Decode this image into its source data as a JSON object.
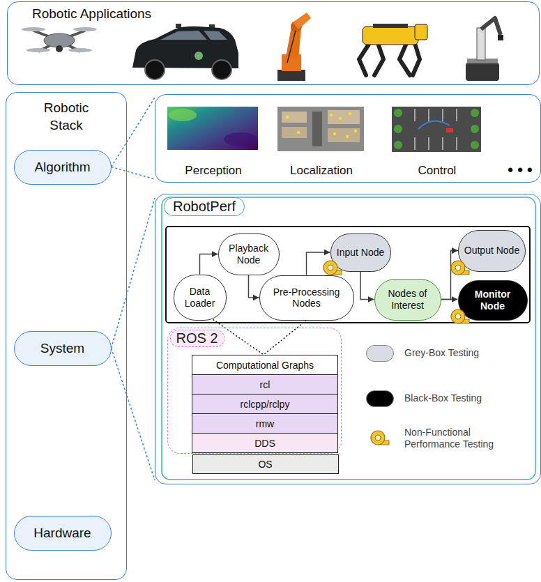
{
  "diagram": {
    "nodes": [
      {
        "text": [
          "Robotic Applications"
        ]
      },
      {
        "text": [
          "Robotic Stack"
        ]
      },
      {
        "text": [
          "Algorithm"
        ],
        "in": 1
      },
      {
        "text": [
          "System"
        ],
        "in": 1
      },
      {
        "text": [
          "Hardware"
        ],
        "in": 1
      },
      {
        "text": [
          "Perception",
          "Localization",
          "Control",
          "• • •"
        ]
      },
      {
        "text": [
          "RobotPerf"
        ]
      },
      {
        "text": [
          "Data Loader"
        ],
        "in": 6
      },
      {
        "text": [
          "Playback Node"
        ],
        "in": 6
      },
      {
        "text": [
          "Pre-Processing Nodes"
        ],
        "in": 6
      },
      {
        "text": [
          "Input Node"
        ],
        "in": 6
      },
      {
        "text": [
          "Nodes of Interest"
        ],
        "in": 6
      },
      {
        "text": [
          "Output Node"
        ],
        "in": 6
      },
      {
        "text": [
          "Monitor Node"
        ],
        "in": 6
      },
      {
        "text": [
          "ROS 2"
        ],
        "in": 6
      },
      {
        "text": [
          "Computational Graphs"
        ],
        "in": 14
      },
      {
        "text": [
          "rcl"
        ],
        "in": 14
      },
      {
        "text": [
          "rclcpp/rclpy"
        ],
        "in": 14
      },
      {
        "text": [
          "rmw"
        ],
        "in": 14
      },
      {
        "text": [
          "DDS"
        ],
        "in": 14
      },
      {
        "text": [
          "OS"
        ],
        "in": 6
      }
    ],
    "edges": [
      {
        "from": 2,
        "to": 5,
        "arrow": "none"
      },
      {
        "from": 2,
        "to": 5,
        "arrow": "none"
      },
      {
        "from": 3,
        "to": 6,
        "arrow": "none"
      },
      {
        "from": 3,
        "to": 6,
        "arrow": "none"
      },
      {
        "from": 7,
        "to": 8,
        "arrow": "to"
      },
      {
        "from": 8,
        "to": 9,
        "arrow": "to"
      },
      {
        "from": 9,
        "to": 10,
        "arrow": "to"
      },
      {
        "from": 10,
        "to": 11,
        "arrow": "to"
      },
      {
        "from": 11,
        "to": 12,
        "arrow": "to"
      },
      {
        "from": 11,
        "to": 13,
        "arrow": "to"
      },
      {
        "from": 7,
        "to": 15,
        "arrow": "none"
      },
      {
        "from": 9,
        "to": 15,
        "arrow": "none"
      }
    ],
    "legend": [
      {
        "text": "Grey-Box Testing",
        "color": "#d9dde3"
      },
      {
        "text": "Black-Box Testing",
        "color": "#000000"
      },
      {
        "text": "Non-Functional Performance Testing"
      }
    ]
  }
}
